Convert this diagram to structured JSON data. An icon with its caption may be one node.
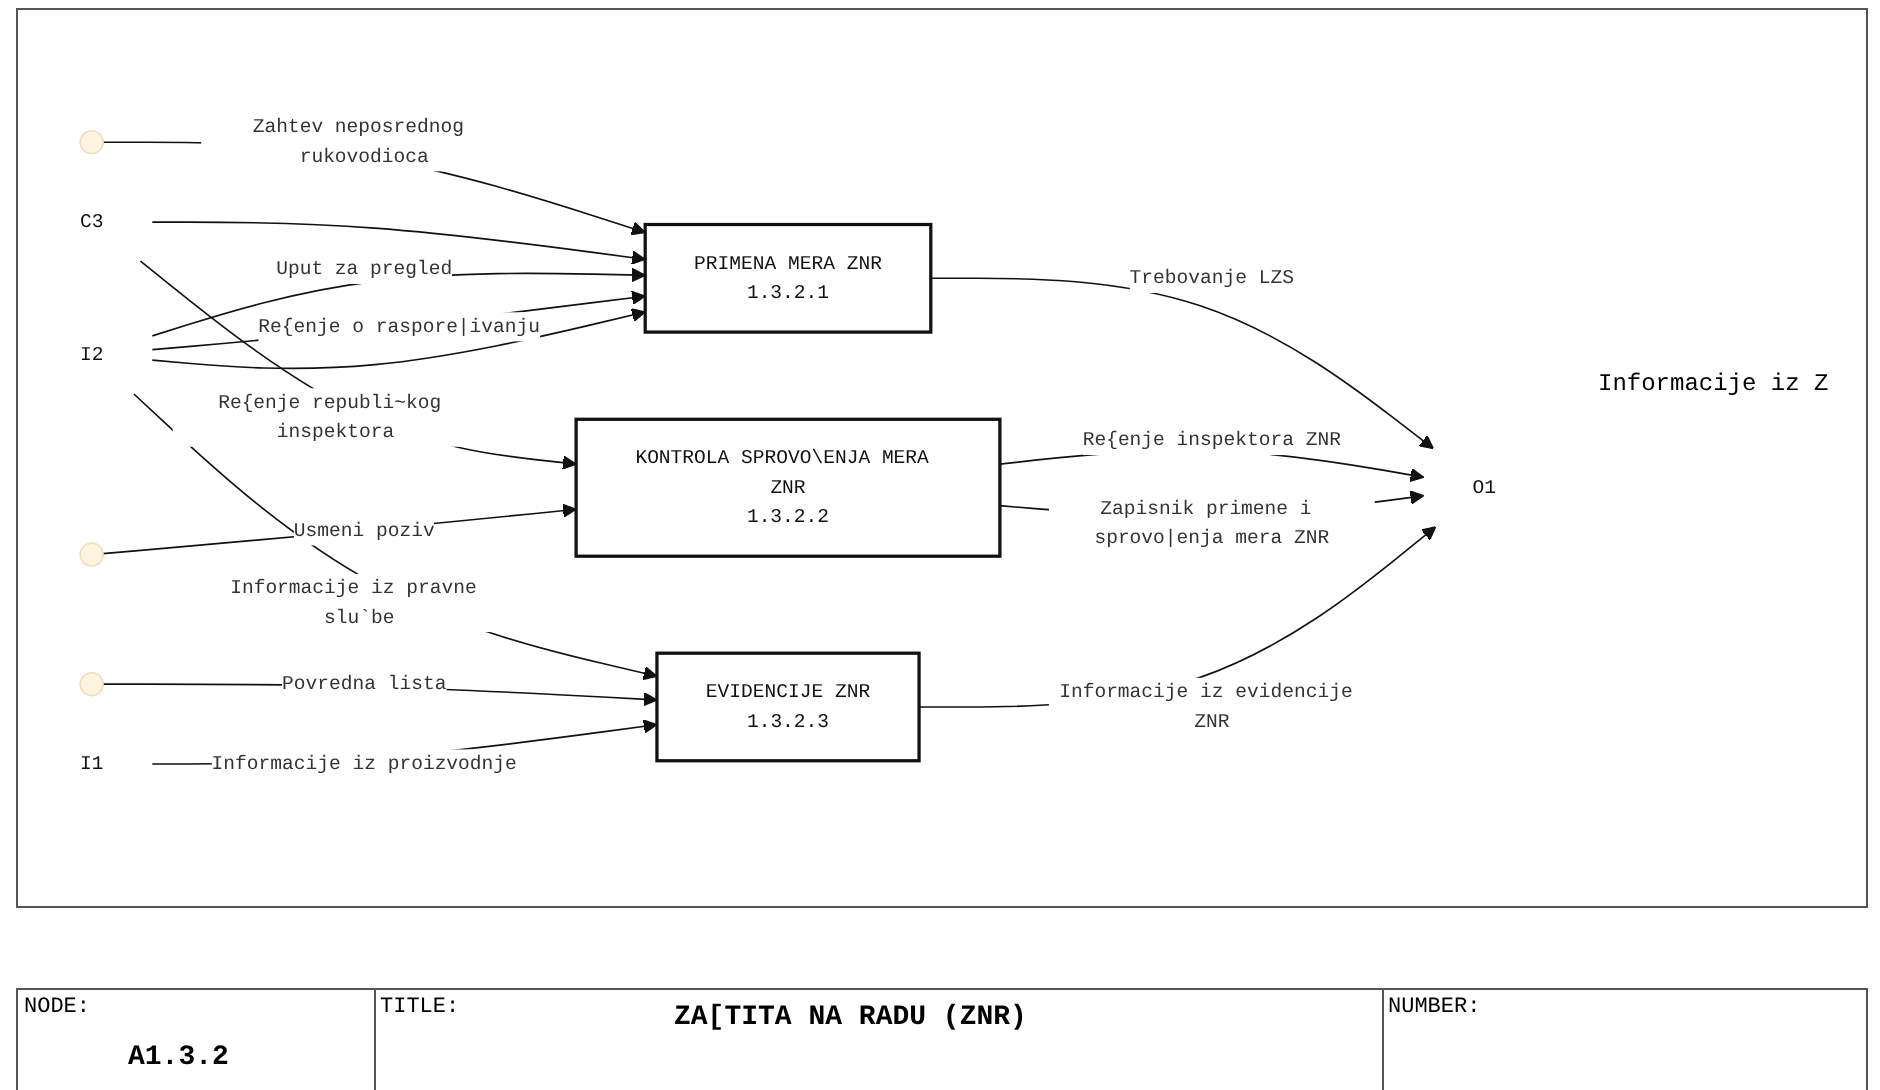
{
  "diagram": {
    "title": "ZA[TITA NA RADU (ZNR)",
    "nodes": [
      {
        "text": [
          "PRIMENA MERA ZNR",
          "1.3.2.1"
        ]
      },
      {
        "text": [
          "KONTROLA SPROVO\\ENJA MERA ZNR",
          "1.3.2.2"
        ]
      },
      {
        "text": [
          "EVIDENCIJE ZNR",
          "1.3.2.3"
        ]
      },
      {
        "text": [
          "C3"
        ]
      },
      {
        "text": [
          "I2"
        ]
      },
      {
        "text": [
          "I1"
        ]
      },
      {
        "text": [
          "O1"
        ]
      }
    ],
    "edges": [
      {
        "from": null,
        "to": 0,
        "arrow": "to",
        "label": "Zahtev neposrednog rukovodioca"
      },
      {
        "from": 3,
        "to": 0,
        "arrow": "to"
      },
      {
        "from": 3,
        "to": 1,
        "arrow": "to",
        "label": "Re{enje republi~kog inspektora"
      },
      {
        "from": 4,
        "to": 0,
        "arrow": "to",
        "label": "Uput za pregled"
      },
      {
        "from": 4,
        "to": 0,
        "arrow": "to",
        "label": "Re{enje o raspore|ivanju"
      },
      {
        "from": 4,
        "to": 0,
        "arrow": "to"
      },
      {
        "from": 4,
        "to": 2,
        "arrow": "to",
        "label": "Informacije iz pravne slu`be"
      },
      {
        "from": null,
        "to": 1,
        "arrow": "to",
        "label": "Usmeni poziv"
      },
      {
        "from": null,
        "to": 2,
        "arrow": "to",
        "label": "Povredna lista"
      },
      {
        "from": 5,
        "to": 2,
        "arrow": "to",
        "label": "Informacije iz proizvodnje"
      },
      {
        "from": 0,
        "to": 6,
        "arrow": "to",
        "label": "Trebovanje LZS"
      },
      {
        "from": 1,
        "to": 6,
        "arrow": "to",
        "label": "Re{enje inspektora ZNR"
      },
      {
        "from": 1,
        "to": 6,
        "arrow": "to",
        "label": "Zapisnik primene i sprovo|enja mera ZNR"
      },
      {
        "from": 2,
        "to": 6,
        "arrow": "to",
        "label": "Informacije iz evidencije ZNR"
      }
    ],
    "labels": [
      "Informacije iz Z",
      "NODE:",
      "A1.3.2",
      "TITLE:",
      "NUMBER:"
    ]
  }
}
